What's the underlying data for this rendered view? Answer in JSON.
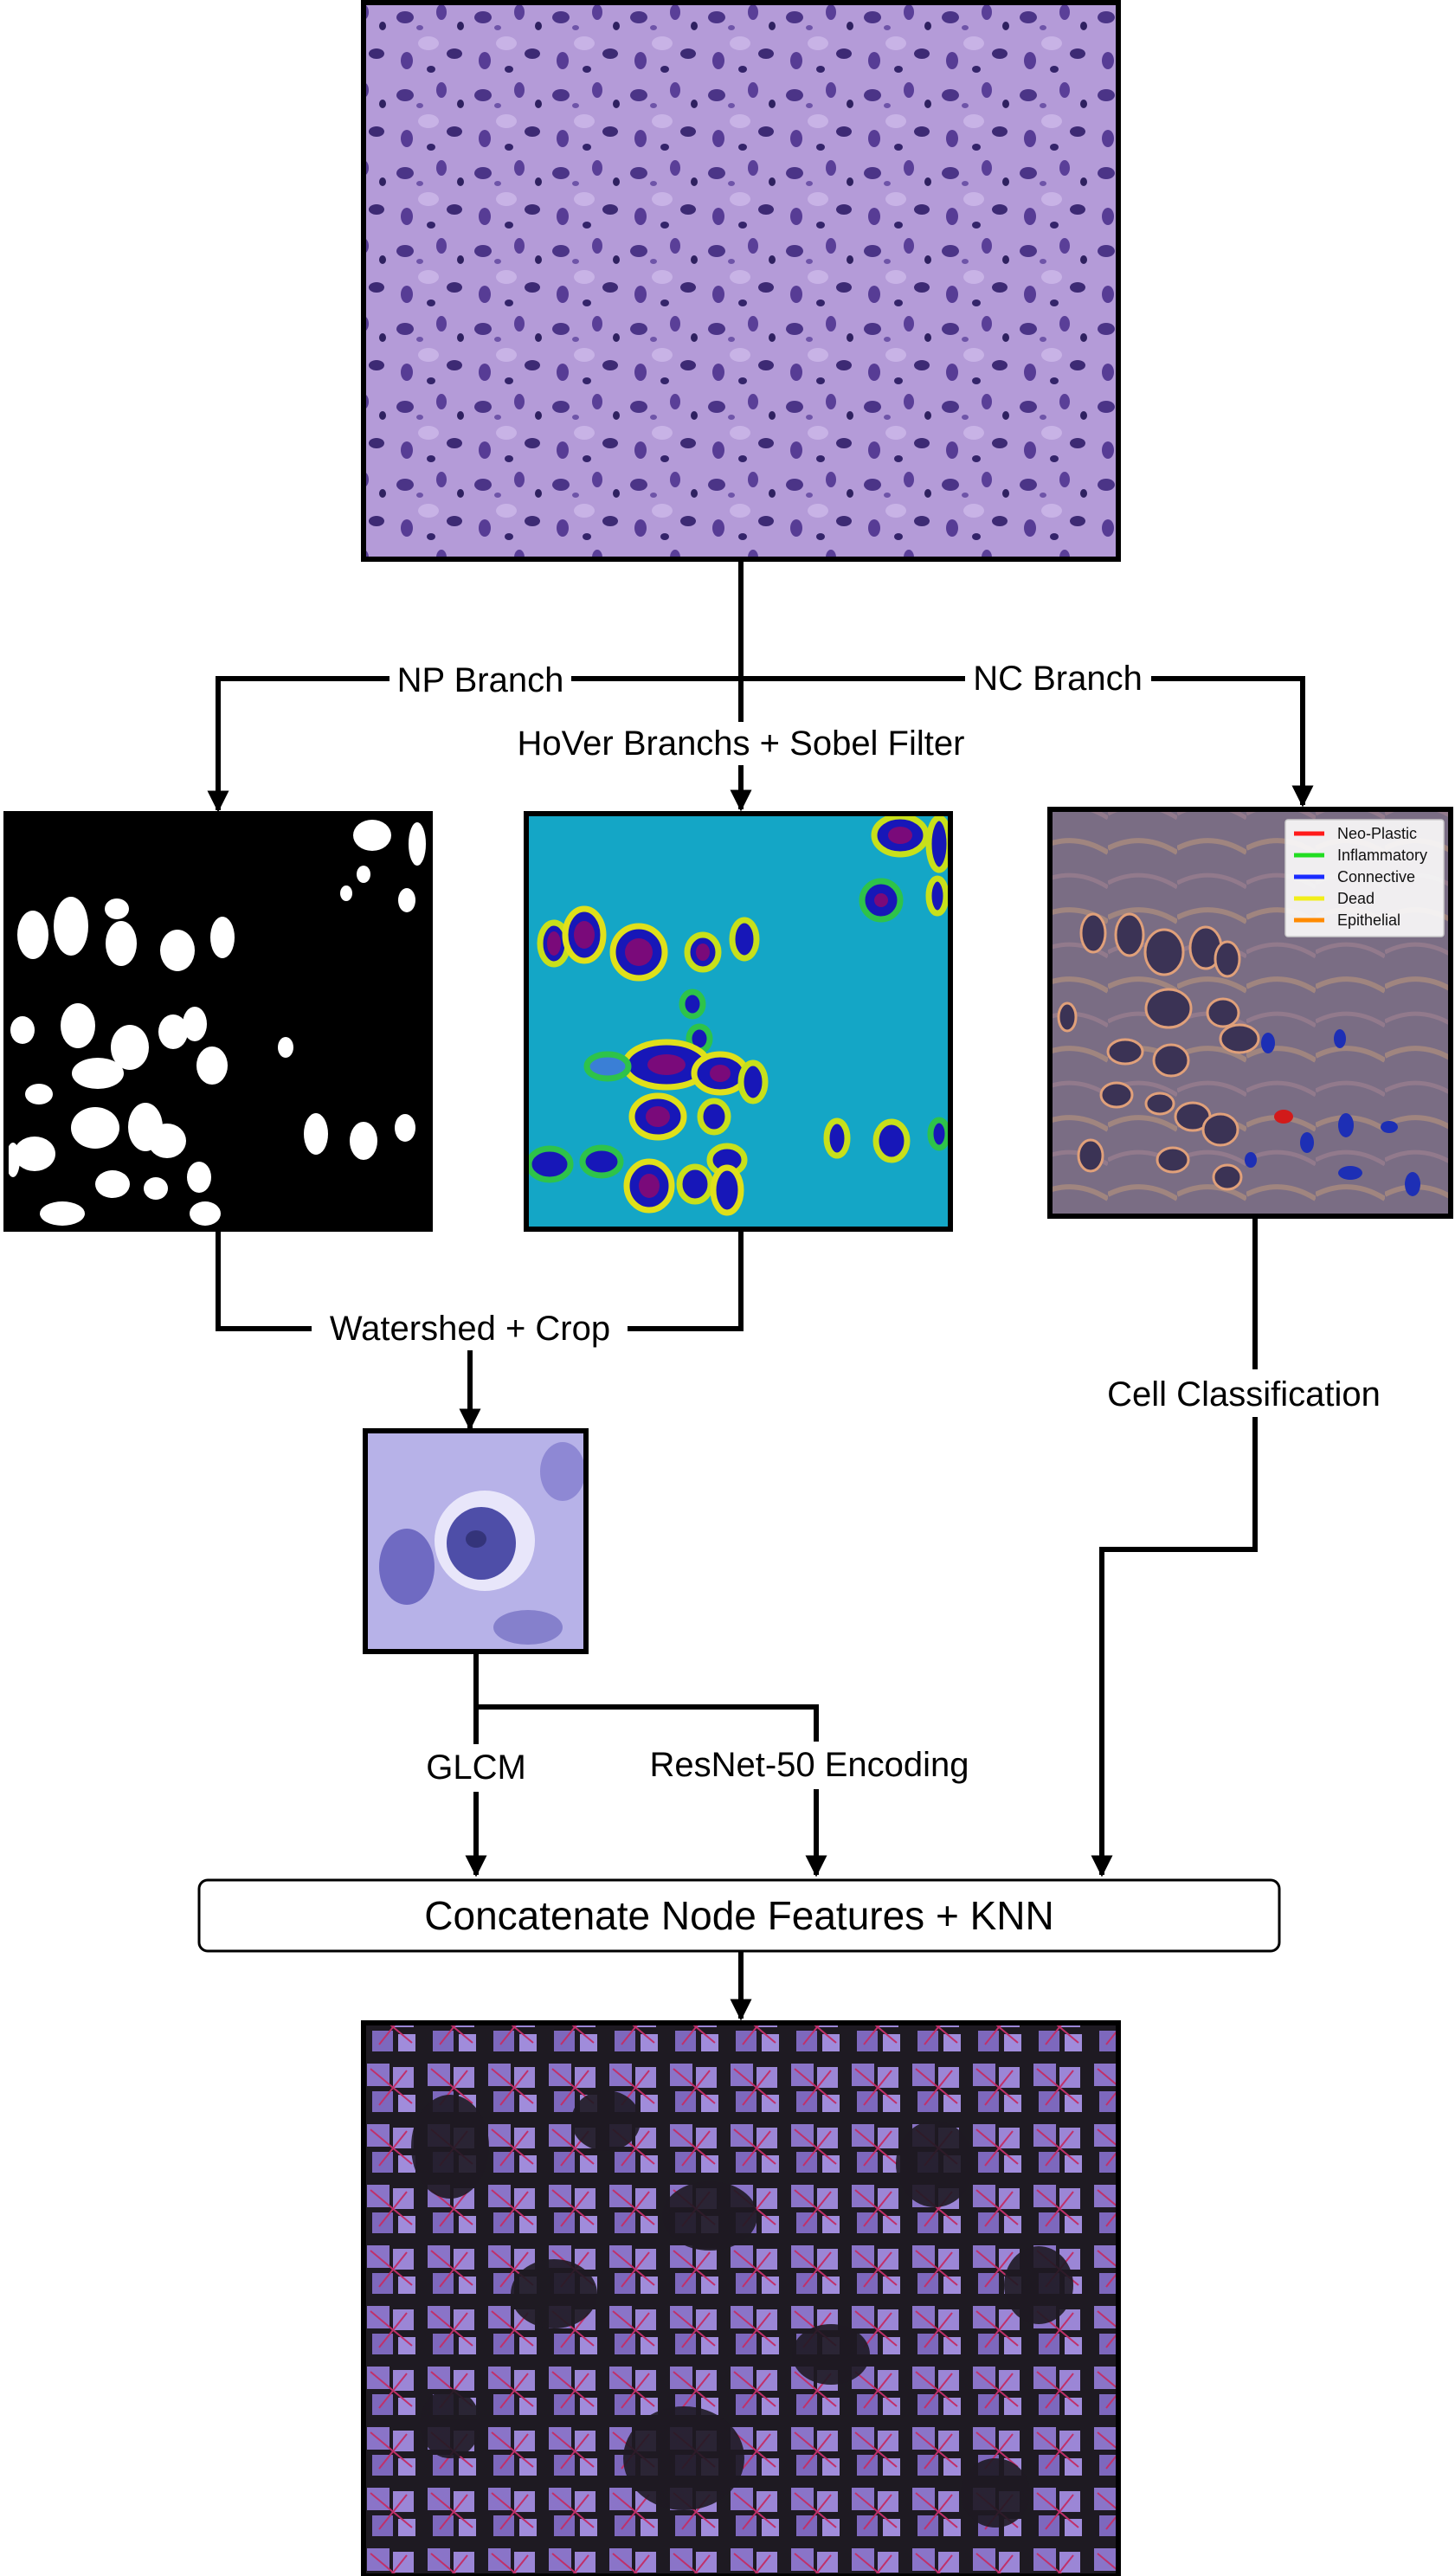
{
  "labels": {
    "np_branch": "NP Branch",
    "nc_branch": "NC Branch",
    "hover": "HoVer Branchs + Sobel Filter",
    "watershed": "Watershed + Crop",
    "cell_classification": "Cell Classification",
    "glcm": "GLCM",
    "resnet": "ResNet-50 Encoding",
    "concat": "Concatenate Node Features + KNN"
  },
  "legend": [
    {
      "label": "Neo-Plastic",
      "color": "#ff1a1a"
    },
    {
      "label": "Inflammatory",
      "color": "#22dd22"
    },
    {
      "label": "Connective",
      "color": "#1a2bff"
    },
    {
      "label": "Dead",
      "color": "#f2ee1a"
    },
    {
      "label": "Epithelial",
      "color": "#ff8a00"
    }
  ],
  "colors": {
    "tissue": "#b59ad8",
    "tissue_dark": "#4d3485",
    "hover_bg": "#14a6c6",
    "nc_bg": "#7d6f86",
    "graph_bg": "#1d1a1f"
  }
}
